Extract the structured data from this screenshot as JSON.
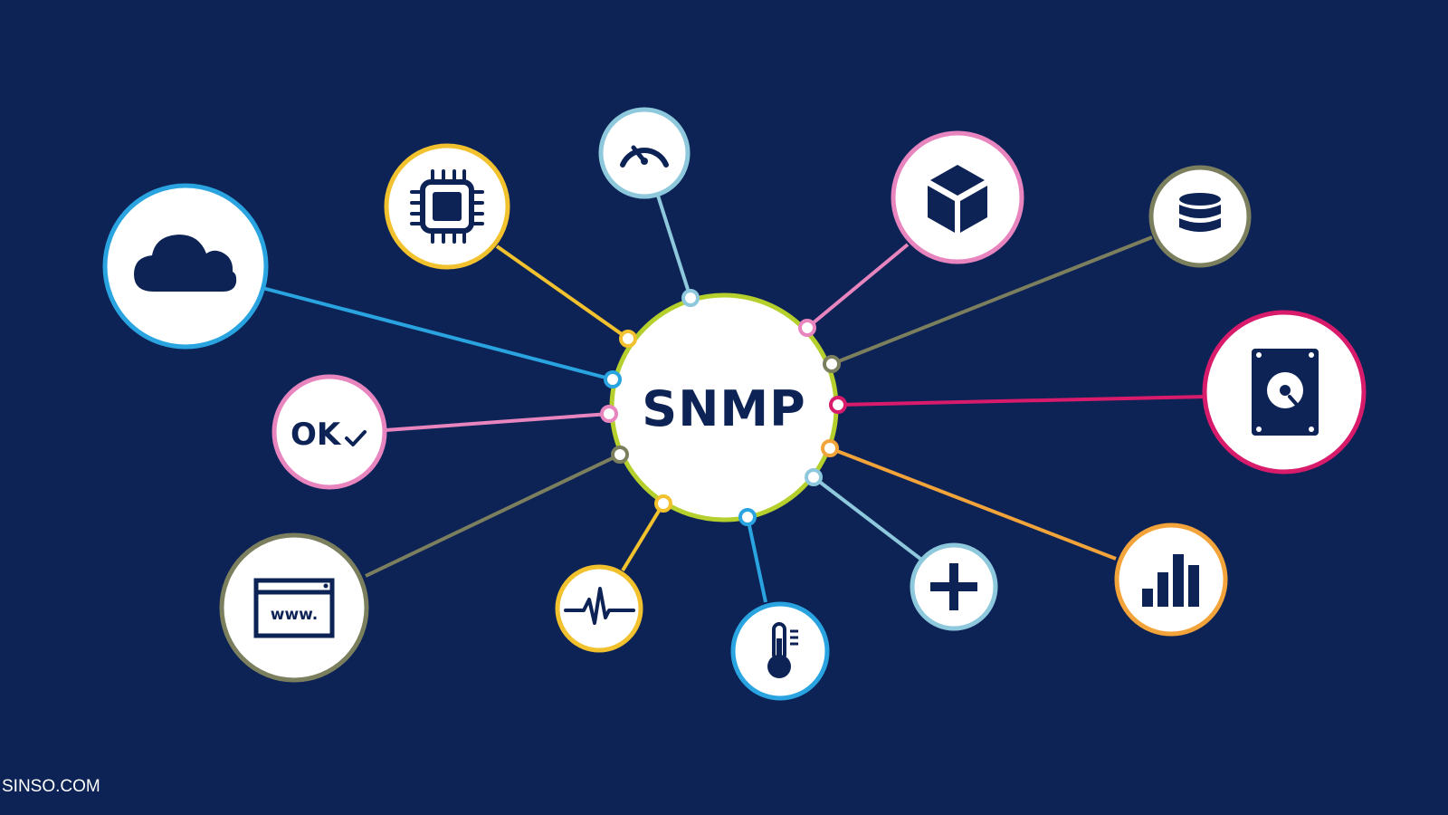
{
  "diagram": {
    "center_label": "SNMP",
    "ok_label": "OK",
    "www_label": "www.",
    "background_color": "#0d2356",
    "center_ring_color": "#b5cf2c",
    "nodes": [
      {
        "name": "cloud",
        "icon": "cloud-icon",
        "color": "#29a4e0"
      },
      {
        "name": "chip",
        "icon": "cpu-chip-icon",
        "color": "#f2c12e"
      },
      {
        "name": "gauge",
        "icon": "speed-gauge-icon",
        "color": "#8ec8dc"
      },
      {
        "name": "cube",
        "icon": "cube-box-icon",
        "color": "#e885bf"
      },
      {
        "name": "database",
        "icon": "database-icon",
        "color": "#7c7f5e"
      },
      {
        "name": "hard-drive",
        "icon": "hard-drive-icon",
        "color": "#d81b6b"
      },
      {
        "name": "bar-chart",
        "icon": "bar-chart-icon",
        "color": "#f2a43a"
      },
      {
        "name": "plus",
        "icon": "plus-icon",
        "color": "#8ec8dc"
      },
      {
        "name": "thermometer",
        "icon": "thermometer-icon",
        "color": "#29a4e0"
      },
      {
        "name": "pulse",
        "icon": "heartbeat-pulse-icon",
        "color": "#f2c12e"
      },
      {
        "name": "web",
        "icon": "browser-window-icon",
        "color": "#7c7f5e"
      },
      {
        "name": "ok-check",
        "icon": "ok-check-icon",
        "color": "#e885bf"
      }
    ]
  },
  "watermark": "SINSO.COM"
}
